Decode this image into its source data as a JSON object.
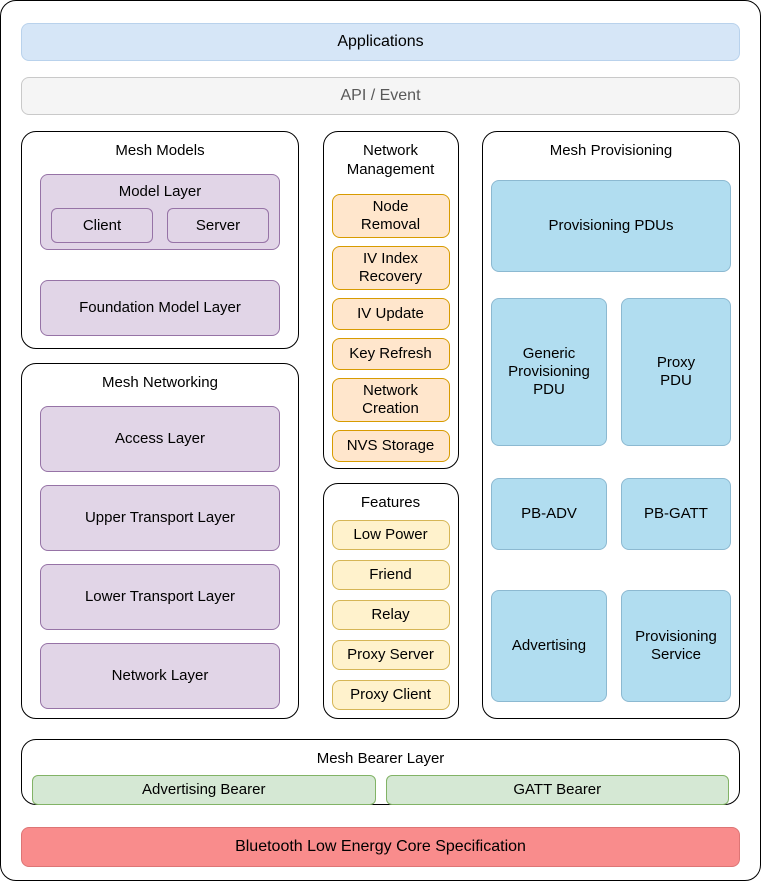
{
  "applications": {
    "label": "Applications"
  },
  "api_event": {
    "label": "API / Event"
  },
  "mesh_models": {
    "title": "Mesh Models",
    "model_layer": {
      "title": "Model Layer",
      "client": "Client",
      "server": "Server"
    },
    "foundation": "Foundation Model Layer"
  },
  "mesh_networking": {
    "title": "Mesh Networking",
    "layers": [
      "Access Layer",
      "Upper Transport Layer",
      "Lower Transport Layer",
      "Network Layer"
    ]
  },
  "network_management": {
    "title": "Network Management",
    "items": [
      "Node Removal",
      "IV Index Recovery",
      "IV Update",
      "Key Refresh",
      "Network Creation",
      "NVS Storage"
    ]
  },
  "features": {
    "title": "Features",
    "items": [
      "Low Power",
      "Friend",
      "Relay",
      "Proxy Server",
      "Proxy Client"
    ]
  },
  "mesh_provisioning": {
    "title": "Mesh Provisioning",
    "provisioning_pdus": "Provisioning PDUs",
    "cells": [
      "Generic Provisioning PDU",
      "Proxy PDU",
      "PB-ADV",
      "PB-GATT",
      "Advertising",
      "Provisioning Service"
    ]
  },
  "mesh_bearer": {
    "title": "Mesh Bearer Layer",
    "advertising_bearer": "Advertising Bearer",
    "gatt_bearer": "GATT Bearer"
  },
  "ble": {
    "label": "Bluetooth Low Energy Core Specification"
  },
  "colors": {
    "applications_fill": "#d6e6f7",
    "applications_border": "#b9d2ec",
    "api_fill": "#f5f5f5",
    "api_border": "#c9c9c9",
    "api_text": "#595959",
    "purple_fill": "#e1d5e7",
    "purple_border": "#9673a6",
    "orange_fill": "#ffe6cc",
    "orange_border": "#d79b00",
    "yellow_fill": "#fff2cc",
    "yellow_border": "#d6b656",
    "blue_fill": "#b1ddf0",
    "blue_border": "#8cb9d1",
    "green_fill": "#d5e8d4",
    "green_border": "#82b366",
    "red_fill": "#f98c8c",
    "red_border": "#dd7575"
  }
}
